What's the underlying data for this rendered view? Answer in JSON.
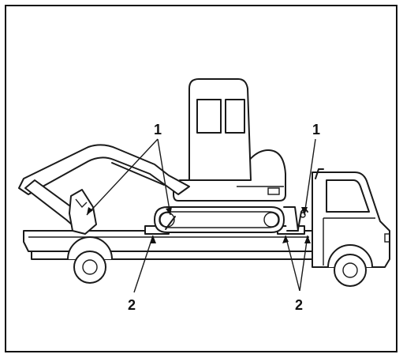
{
  "callouts": {
    "label_1_left": "1",
    "label_1_right": "1",
    "label_2_left": "2",
    "label_2_right": "2"
  }
}
